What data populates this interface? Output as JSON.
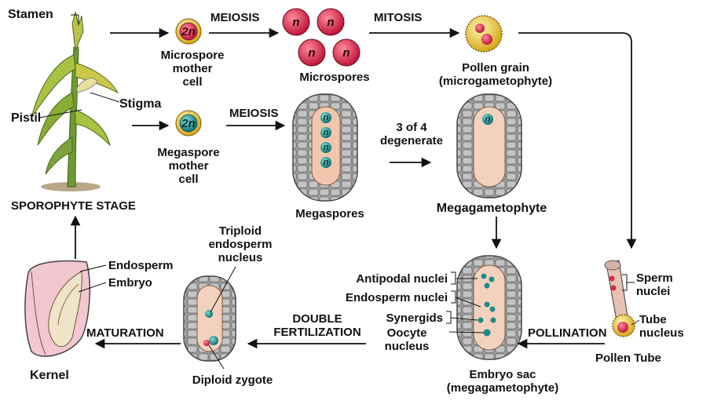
{
  "stage_label": "SPOROPHYTE STAGE",
  "labels": {
    "stamen": "Stamen",
    "pistil": "Pistil",
    "stigma": "Stigma",
    "meiosis_top": "MEIOSIS",
    "mitosis": "MITOSIS",
    "meiosis_mid": "MEIOSIS",
    "microspore_mother_cell": [
      "Microspore",
      "mother",
      "cell"
    ],
    "microspores": "Microspores",
    "pollen_grain": [
      "Pollen grain",
      "(microgametophyte)"
    ],
    "megaspore_mother_cell": [
      "Megaspore",
      "mother",
      "cell"
    ],
    "megaspores": "Megaspores",
    "three_of_four": [
      "3 of 4",
      "degenerate"
    ],
    "megagametophyte": "Megagametophyte",
    "triploid": [
      "Triploid",
      "endosperm",
      "nucleus"
    ],
    "endosperm": "Endosperm",
    "embryo": "Embryo",
    "maturation": "MATURATION",
    "kernel": "Kernel",
    "double_fertilization": [
      "DOUBLE",
      "FERTILIZATION"
    ],
    "diploid_zygote": "Diploid zygote",
    "antipodal_nuclei": "Antipodal nuclei",
    "endosperm_nuclei": "Endosperm nuclei",
    "synergids": "Synergids",
    "oocyte_nucleus": [
      "Oocyte",
      "nucleus"
    ],
    "embryo_sac": [
      "Embryo sac",
      "(megagametophyte)"
    ],
    "pollination": "POLLINATION",
    "sperm_nuclei": [
      "Sperm",
      "nuclei"
    ],
    "tube_nucleus": [
      "Tube",
      "nucleus"
    ],
    "pollen_tube": "Pollen Tube"
  },
  "ploidy": {
    "diploid": "2n",
    "haploid": "n"
  },
  "colors": {
    "diploid_cell": "#e8c62e",
    "haploid_cell": "#d9274a",
    "nucleus_teal": "#1a8c8c",
    "tissue_gray": "#8d8d8d",
    "sac_pink": "#f0c7ad",
    "plant_green": "#5e8d2c"
  }
}
